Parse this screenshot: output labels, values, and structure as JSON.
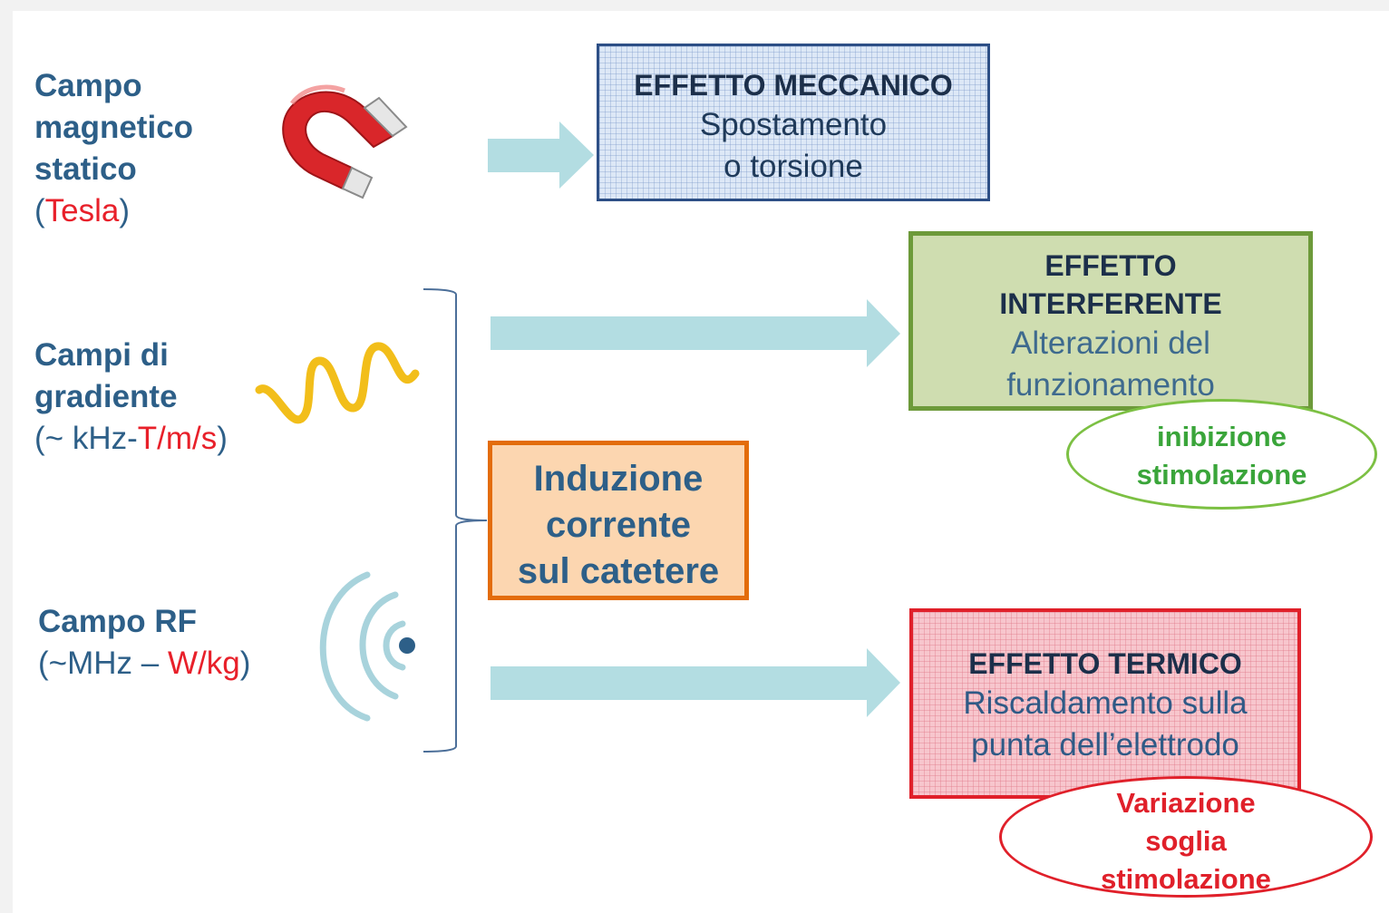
{
  "sources": [
    {
      "title_lines": [
        "Campo",
        "magnetico",
        "statico"
      ],
      "sub_open": "(",
      "sub_red": "Tesla",
      "sub_close": ")"
    },
    {
      "title_lines": [
        "Campi di",
        "gradiente"
      ],
      "sub_open": "(~ kHz-",
      "sub_red": "T/m/s",
      "sub_close": ")"
    },
    {
      "title_lines": [
        "Campo RF"
      ],
      "sub_open": "(~MHz – ",
      "sub_red": "W/kg",
      "sub_close": ")"
    }
  ],
  "effects": {
    "mechanical": {
      "title": "EFFETTO MECCANICO",
      "body_lines": [
        "Spostamento",
        "o torsione"
      ]
    },
    "interference": {
      "title_lines": [
        "EFFETTO",
        "INTERFERENTE"
      ],
      "body_lines": [
        "Alterazioni del",
        "funzionamento"
      ]
    },
    "thermal": {
      "title": "EFFETTO TERMICO",
      "body_lines": [
        "Riscaldamento sulla",
        "punta dell’elettrodo"
      ]
    }
  },
  "induction": {
    "lines": [
      "Induzione",
      "corrente",
      "sul catetere"
    ]
  },
  "notes": {
    "interference": [
      "inibizione",
      "stimolazione"
    ],
    "thermal": [
      "Variazione",
      "soglia",
      "stimolazione"
    ]
  },
  "colors": {
    "arrow": "#b3dde2",
    "magnet_red": "#d9262a",
    "wave_yellow": "#f2be1a",
    "rf_arcs": "#a8d3dc",
    "rf_dot": "#2d5f88"
  },
  "icons": {
    "magnet": "magnet-icon",
    "gradient": "sine-wave-icon",
    "rf": "radio-waves-icon"
  }
}
